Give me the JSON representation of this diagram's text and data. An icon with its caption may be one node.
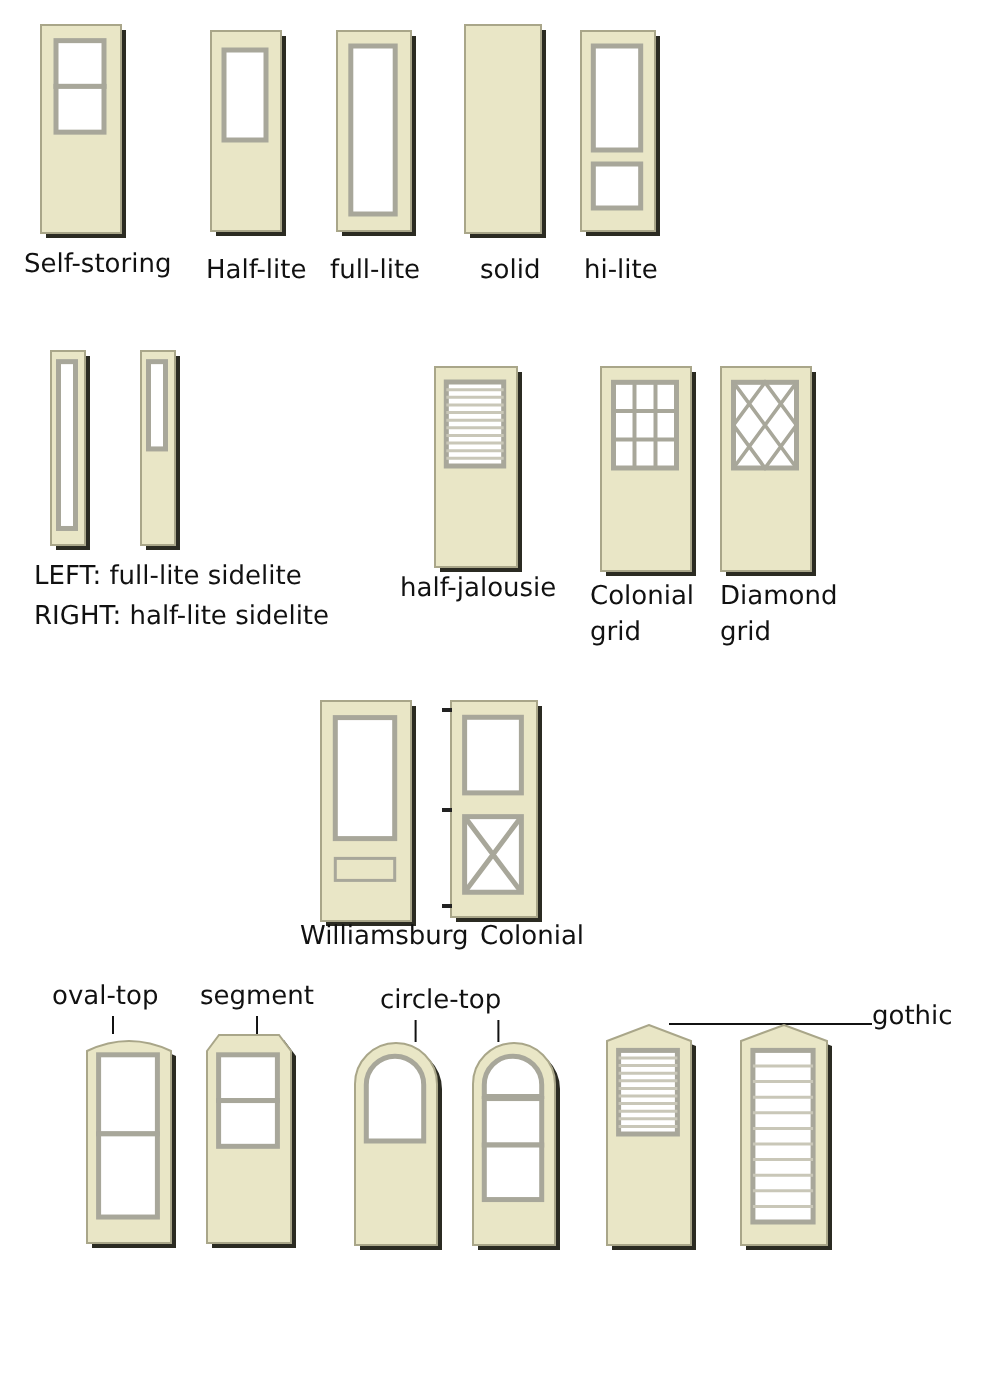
{
  "diagram": {
    "nodes": [
      {
        "text": [
          "oval-top"
        ]
      },
      {
        "text": [
          "segment"
        ]
      },
      {
        "text": [
          "circle-top"
        ]
      },
      {
        "text": [
          "gothic"
        ]
      },
      {
        "text": [],
        "shape": "door"
      },
      {
        "text": [],
        "shape": "door"
      },
      {
        "text": [],
        "shape": "door"
      },
      {
        "text": [],
        "shape": "door"
      },
      {
        "text": [],
        "shape": "door"
      },
      {
        "text": [],
        "shape": "door"
      }
    ],
    "edges": [
      {
        "from": 0,
        "to": 4,
        "arrow": "none"
      },
      {
        "from": 1,
        "to": 5,
        "arrow": "none"
      },
      {
        "from": 2,
        "to": 6,
        "arrow": "none"
      },
      {
        "from": 2,
        "to": 7,
        "arrow": "none"
      },
      {
        "from": 3,
        "to": 8,
        "arrow": "none"
      },
      {
        "from": 3,
        "to": 9,
        "arrow": "none"
      }
    ],
    "labels": [
      "Self-storing",
      "Half-lite",
      "full-lite",
      "solid",
      "hi-lite",
      "LEFT: full-lite sidelite",
      "RIGHT: half-lite sidelite",
      "half-jalousie",
      "Colonial grid",
      "Diamond grid",
      "Williamsburg",
      "Colonial"
    ]
  }
}
